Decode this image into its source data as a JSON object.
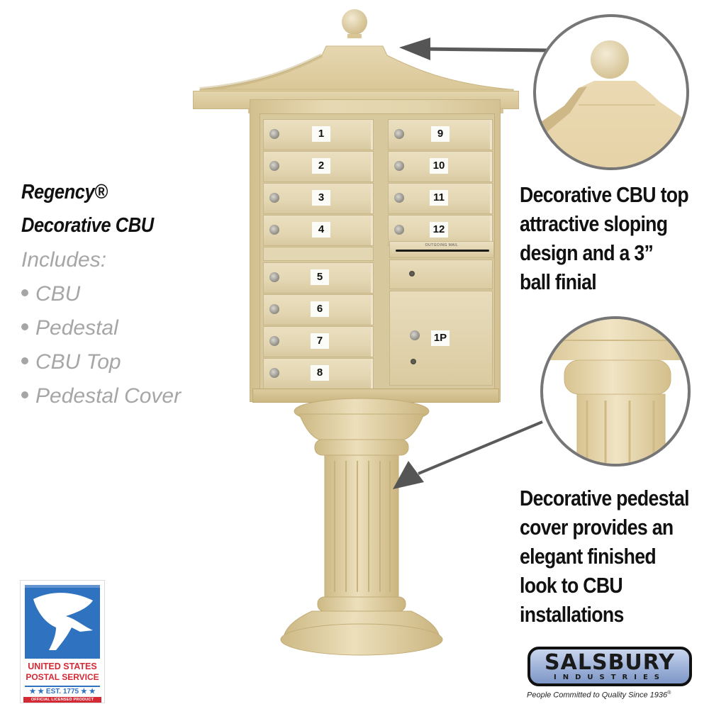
{
  "product": {
    "title_line1": "Regency®",
    "title_line2": "Decorative CBU",
    "includes_label": "Includes:",
    "includes_items": [
      "CBU",
      "Pedestal",
      "CBU Top",
      "Pedestal Cover"
    ]
  },
  "callouts": {
    "top": {
      "lines": [
        "Decorative CBU top",
        "attractive sloping",
        "design and a 3”",
        "ball finial"
      ],
      "arrow_icon": "arrow-left-icon"
    },
    "pedestal": {
      "lines": [
        "Decorative pedestal",
        "cover provides an",
        "elegant finished",
        "look to CBU",
        "installations"
      ],
      "arrow_icon": "arrow-down-left-icon"
    }
  },
  "mailbox": {
    "left_doors": [
      "1",
      "2",
      "3",
      "4",
      "5",
      "6",
      "7",
      "8"
    ],
    "right_doors": [
      "9",
      "10",
      "11",
      "12"
    ],
    "outgoing_slot_label": "OUTGOING MAIL",
    "parcel_locker_label": "1P",
    "color": "#e0d0a6"
  },
  "logos": {
    "usps": {
      "line1": "UNITED STATES",
      "line2": "POSTAL SERVICE",
      "est": "★ ★ EST. 1775 ★ ★",
      "official": "OFFICIAL LICENSED PRODUCT",
      "blue": "#2f73c0",
      "red": "#d42a36"
    },
    "salsbury": {
      "name": "SALSBURY",
      "subtitle": "INDUSTRIES",
      "tagline": "People Committed to Quality Since 1936",
      "registered_mark": "®"
    }
  }
}
